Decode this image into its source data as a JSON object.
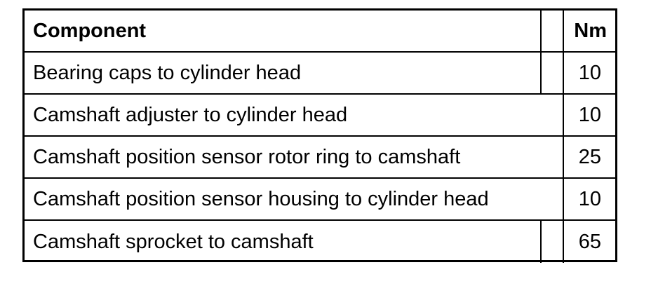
{
  "table": {
    "headers": {
      "component": "Component",
      "unit": "Nm"
    },
    "rows": [
      {
        "component": "Bearing caps to cylinder head",
        "value": "10"
      },
      {
        "component": "Camshaft adjuster to cylinder head",
        "value": "10"
      },
      {
        "component": "Camshaft position sensor rotor ring to camshaft",
        "value": "25"
      },
      {
        "component": "Camshaft position sensor housing to cylinder head",
        "value": "10"
      },
      {
        "component": "Camshaft sprocket to camshaft",
        "value": "65"
      }
    ]
  }
}
